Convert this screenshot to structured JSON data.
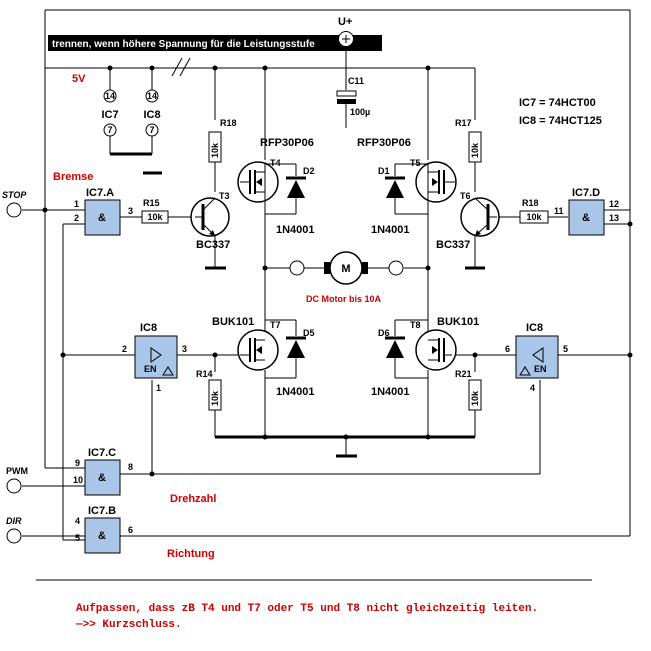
{
  "banner": "trennen, wenn höhere Spannung für die Leistungsstufe",
  "supply": {
    "uplus": "U+",
    "v5": "5V"
  },
  "ic_pins": {
    "ic7_pin": "14",
    "ic7_label": "IC7",
    "ic7_gnd": "7",
    "ic8_pin": "14",
    "ic8_label": "IC8",
    "ic8_gnd": "7"
  },
  "legend": {
    "ic7": "IC7 = 74HCT00",
    "ic8": "IC8 = 74HCT125"
  },
  "inputs": {
    "stop": "STOP",
    "pwm": "PWM",
    "dir": "DIR"
  },
  "signals": {
    "bremse": "Bremse",
    "drehzahl": "Drehzahl",
    "richtung": "Richtung"
  },
  "gates": {
    "a": {
      "name": "IC7.A",
      "sym": "&",
      "pin_in1": "1",
      "pin_in2": "2",
      "pin_out": "3"
    },
    "b": {
      "name": "IC7.B",
      "sym": "&",
      "pin_in1": "4",
      "pin_in2": "5",
      "pin_out": "6"
    },
    "c": {
      "name": "IC7.C",
      "sym": "&",
      "pin_in1": "9",
      "pin_in2": "10",
      "pin_out": "8"
    },
    "d": {
      "name": "IC7.D",
      "sym": "&",
      "pin_in1": "12",
      "pin_in2": "13",
      "pin_out": "11"
    },
    "buf_l": {
      "name": "IC8",
      "en": "EN",
      "pin_in": "2",
      "pin_out": "3",
      "pin_en": "1"
    },
    "buf_r": {
      "name": "IC8",
      "en": "EN",
      "pin_in": "6",
      "pin_out": "5",
      "pin_en": "4"
    }
  },
  "resistors": {
    "r15": {
      "name": "R15",
      "value": "10k"
    },
    "r18a": {
      "name": "R18",
      "value": "10k"
    },
    "r18b": {
      "name": "R18",
      "value": "10k"
    },
    "r17": {
      "name": "R17",
      "value": "10k"
    },
    "r14": {
      "name": "R14",
      "value": "10k"
    },
    "r21": {
      "name": "R21",
      "value": "10k"
    }
  },
  "transistors": {
    "t3": {
      "name": "T3",
      "type": "BC337"
    },
    "t6": {
      "name": "T6",
      "type": "BC337"
    },
    "t4": {
      "name": "T4",
      "type": "RFP30P06"
    },
    "t5": {
      "name": "T5",
      "type": "RFP30P06"
    },
    "t7": {
      "name": "T7",
      "type": "BUK101"
    },
    "t8": {
      "name": "T8",
      "type": "BUK101"
    }
  },
  "diodes": {
    "d1": {
      "name": "D1",
      "type": "1N4001"
    },
    "d2": {
      "name": "D2",
      "type": "1N4001"
    },
    "d5": {
      "name": "D5",
      "type": "1N4001"
    },
    "d6": {
      "name": "D6",
      "type": "1N4001"
    }
  },
  "capacitor": {
    "name": "C11",
    "value": "100µ"
  },
  "motor": {
    "symbol": "M",
    "label": "DC Motor bis 10A"
  },
  "note": {
    "line1": "Aufpassen, dass zB T4 und T7 oder T5 und T8 nicht gleichzeitig leiten.",
    "line2": "—>> Kurzschluss."
  },
  "colors": {
    "gate_fill": "#a9c5e8",
    "accent_red": "#cc0000",
    "banner_bg": "#000000"
  }
}
